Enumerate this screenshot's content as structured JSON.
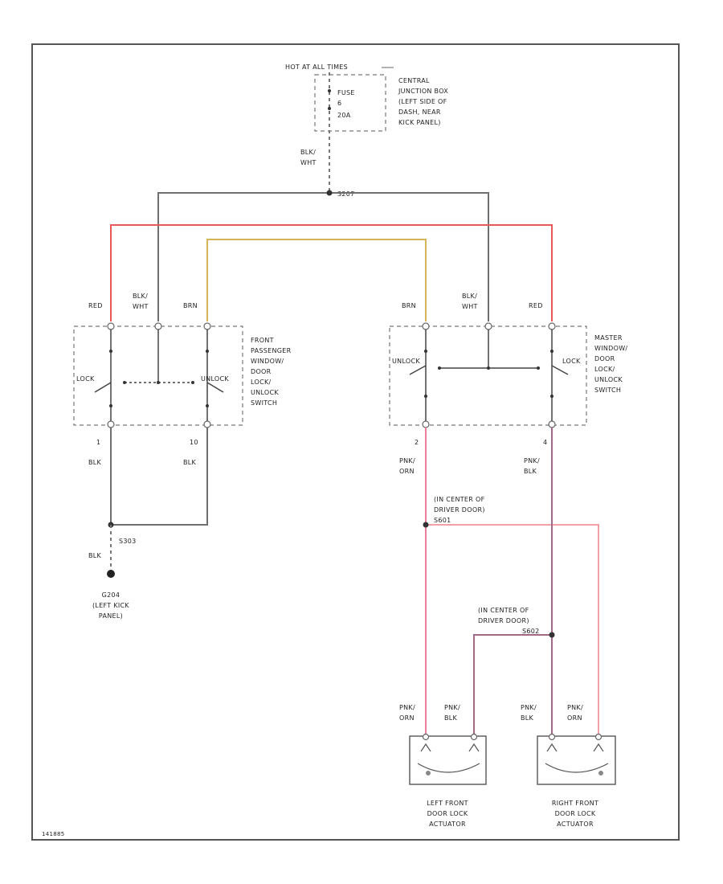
{
  "diagram": {
    "power": {
      "source": "HOT AT ALL TIMES",
      "fuse_name": "FUSE",
      "fuse_num": "6",
      "fuse_rating": "20A",
      "block_lines": [
        "CENTRAL",
        "JUNCTION BOX",
        "(LEFT SIDE OF",
        "DASH, NEAR",
        "KICK PANEL)"
      ],
      "wire_color": [
        "BLK/",
        "WHT"
      ],
      "splice": "S207"
    },
    "passenger_switch": {
      "lines": [
        "FRONT",
        "PASSENGER",
        "WINDOW/",
        "DOOR",
        "LOCK/",
        "UNLOCK",
        "SWITCH"
      ],
      "wire_red": "RED",
      "wire_blkwht": [
        "BLK/",
        "WHT"
      ],
      "wire_brn": "BRN",
      "lock_label": "LOCK",
      "unlock_label": "UNLOCK",
      "pin_left": "1",
      "pin_right": "10",
      "wire_left": "BLK",
      "wire_right": "BLK"
    },
    "master_switch": {
      "lines": [
        "MASTER",
        "WINDOW/",
        "DOOR",
        "LOCK/",
        "UNLOCK",
        "SWITCH"
      ],
      "wire_brn": "BRN",
      "wire_blkwht": [
        "BLK/",
        "WHT"
      ],
      "wire_red": "RED",
      "unlock_label": "UNLOCK",
      "lock_label": "LOCK",
      "pin_left": "2",
      "pin_right": "4",
      "wire_left": [
        "PNK/",
        "ORN"
      ],
      "wire_right": [
        "PNK/",
        "BLK"
      ]
    },
    "ground": {
      "splice": "S303",
      "wire": "BLK",
      "lines": [
        "G204",
        "(LEFT KICK",
        "PANEL)"
      ]
    },
    "splices": {
      "upper_lines": [
        "(IN CENTER OF",
        "DRIVER DOOR)"
      ],
      "upper_id": "S601",
      "lower_lines": [
        "(IN CENTER OF",
        "DRIVER DOOR)"
      ],
      "lower_id": "S602"
    },
    "actuators": {
      "left": {
        "wire_a": [
          "PNK/",
          "ORN"
        ],
        "wire_b": [
          "PNK/",
          "BLK"
        ],
        "lines": [
          "LEFT FRONT",
          "DOOR LOCK",
          "ACTUATOR"
        ]
      },
      "right": {
        "wire_a": [
          "PNK/",
          "BLK"
        ],
        "wire_b": [
          "PNK/",
          "ORN"
        ],
        "lines": [
          "RIGHT FRONT",
          "DOOR LOCK",
          "ACTUATOR"
        ]
      }
    },
    "ref": "141885"
  }
}
